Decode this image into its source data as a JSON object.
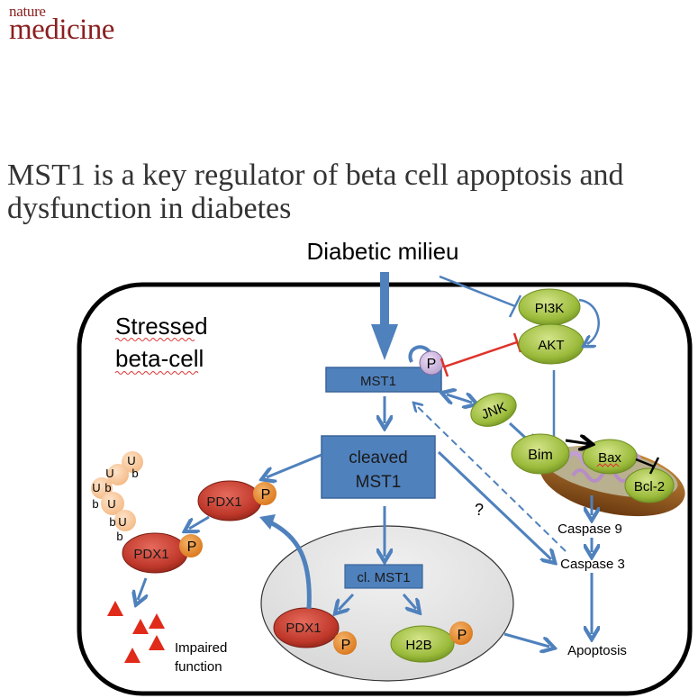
{
  "header": {
    "logo_line1": "nature",
    "logo_line2": "medicine",
    "title": "MST1 is a key regulator of beta cell apoptosis and dysfunction in diabetes"
  },
  "colors": {
    "brand": "#8b1f1f",
    "arrow_blue": "#4f81bd",
    "box_blue": "#4f81bd",
    "inhibit_red": "#e0312a",
    "green_node": "#9bbb3b",
    "red_node": "#c0392b",
    "phospho_orange": "#e8892b",
    "ubiquitin_peach": "#f9c99a",
    "nucleus_grey": "#e6e6e6",
    "triangle_red": "#e02a1a"
  },
  "diagram": {
    "stimulus": "Diabetic milieu",
    "cell_label_1": "Stressed",
    "cell_label_2": "beta-cell",
    "mst1": "MST1",
    "phospho": "P",
    "pi3k": "PI3K",
    "akt": "AKT",
    "jnk": "JNK",
    "bim": "Bim",
    "bax": "Bax",
    "bcl2": "Bcl-2",
    "cleaved_1": "cleaved",
    "cleaved_2": "MST1",
    "cl_mst1": "cl. MST1",
    "pdx1": "PDX1",
    "h2b": "H2B",
    "ub_u": "U",
    "ub_b": "b",
    "question": "?",
    "caspase9": "Caspase 9",
    "caspase3": "Caspase 3",
    "apoptosis": "Apoptosis",
    "impaired_1": "Impaired",
    "impaired_2": "function"
  }
}
